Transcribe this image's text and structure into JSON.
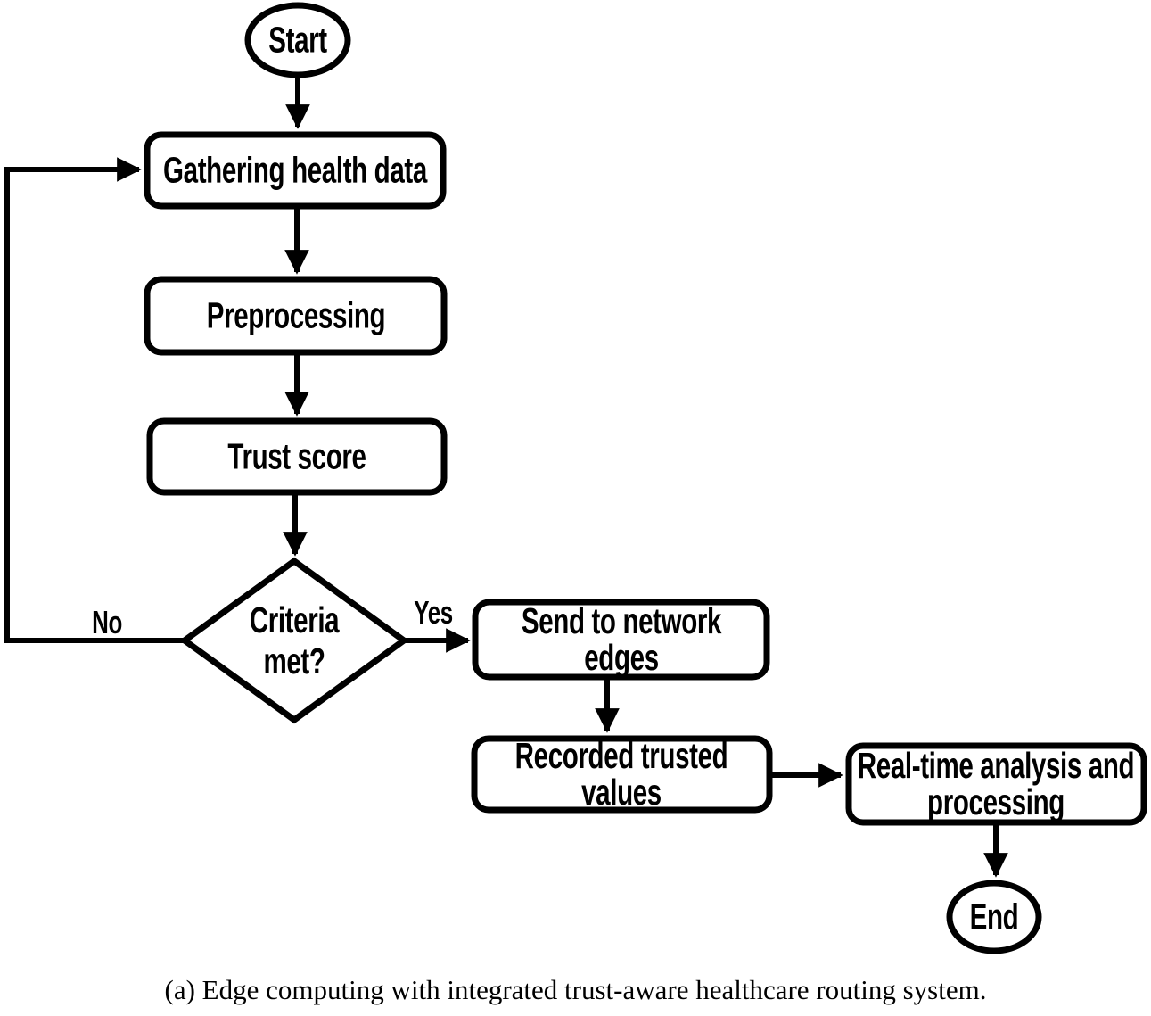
{
  "figure": {
    "caption": "(a) Edge computing with integrated trust-aware healthcare routing system."
  },
  "nodes": {
    "start": {
      "label": "Start",
      "type": "terminator"
    },
    "gathering": {
      "label": "Gathering health data",
      "type": "process"
    },
    "preprocessing": {
      "label": "Preprocessing",
      "type": "process"
    },
    "trust_score": {
      "label": "Trust score",
      "type": "process"
    },
    "criteria": {
      "label": "Criteria\nmet?",
      "type": "decision"
    },
    "send_edges": {
      "label": "Send to network\nedges",
      "type": "process"
    },
    "recorded": {
      "label": "Recorded trusted\nvalues",
      "type": "process"
    },
    "realtime": {
      "label": "Real-time analysis and\nprocessing",
      "type": "process"
    },
    "end": {
      "label": "End",
      "type": "terminator"
    }
  },
  "edge_labels": {
    "yes": "Yes",
    "no": "No"
  },
  "colors": {
    "stroke": "#000000",
    "node_fill": "#ffffff",
    "background": "#ffffff",
    "text": "#000000"
  }
}
